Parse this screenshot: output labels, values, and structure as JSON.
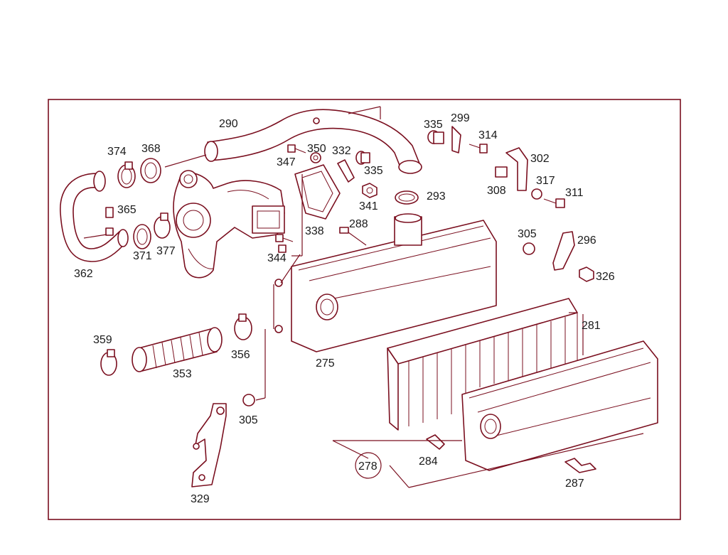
{
  "diagram": {
    "accent_color": "#7a0f1f",
    "callouts": {
      "c290": "290",
      "c335a": "335",
      "c299": "299",
      "c314": "314",
      "c374": "374",
      "c368": "368",
      "c347": "347",
      "c350": "350",
      "c332": "332",
      "c335b": "335",
      "c302": "302",
      "c365": "365",
      "c293": "293",
      "c317": "317",
      "c308": "308",
      "c311": "311",
      "c341": "341",
      "c288": "288",
      "c338": "338",
      "c305a": "305",
      "c296": "296",
      "c362": "362",
      "c371": "371",
      "c377": "377",
      "c344": "344",
      "c326": "326",
      "c359": "359",
      "c281": "281",
      "c356": "356",
      "c353": "353",
      "c275": "275",
      "c305b": "305",
      "c284": "284",
      "c278": "278",
      "c287": "287",
      "c329": "329"
    }
  }
}
